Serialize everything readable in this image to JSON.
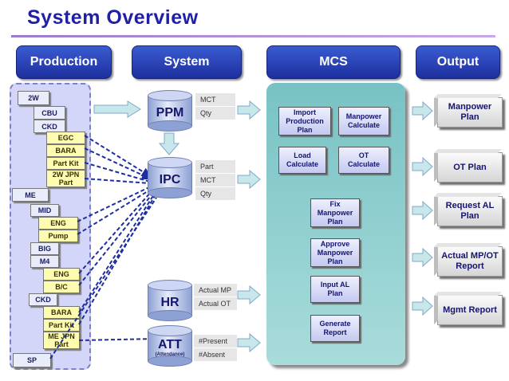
{
  "title": "System Overview",
  "headers": {
    "production": "Production",
    "system": "System",
    "mcs": "MCS",
    "output": "Output"
  },
  "production": {
    "w2": "2W",
    "cbu": "CBU",
    "ckd": "CKD",
    "egc": "EGC",
    "bara": "BARA",
    "part_kit": "Part Kit",
    "jpn2w_1": "2W JPN",
    "jpn2w_2": "Part",
    "me": "ME",
    "mid": "MID",
    "eng1": "ENG",
    "pump": "Pump",
    "big": "BIG",
    "m4": "M4",
    "eng2": "ENG",
    "bc": "B/C",
    "ckd2": "CKD",
    "bara2": "BARA",
    "part_kit2": "Part Kit",
    "mejpn_1": "ME JPN",
    "mejpn_2": "Part",
    "sp": "SP"
  },
  "system": {
    "ppm": "PPM",
    "ipc": "IPC",
    "hr": "HR",
    "att": "ATT",
    "att_sub": "(Attendance)",
    "ppm_tags": [
      "MCT",
      "Qty"
    ],
    "ipc_tags": [
      "Part",
      "MCT",
      "Qty"
    ],
    "hr_tags": [
      "Actual MP",
      "Actual OT"
    ],
    "att_tags": [
      "#Present",
      "#Absent"
    ]
  },
  "mcs": {
    "import_plan": [
      "Import",
      "Production",
      "Plan"
    ],
    "manpower_calc": [
      "Manpower",
      "Calculate"
    ],
    "load_calc": [
      "Load",
      "Calculate"
    ],
    "ot_calc": [
      "OT",
      "Calculate"
    ],
    "fix_manpower": [
      "Fix",
      "Manpower",
      "Plan"
    ],
    "approve_manpower": [
      "Approve",
      "Manpower",
      "Plan"
    ],
    "input_al": [
      "Input AL",
      "Plan"
    ],
    "generate_report": [
      "Generate",
      "Report"
    ]
  },
  "output": {
    "manpower_plan": [
      "Manpower",
      "Plan"
    ],
    "ot_plan": [
      "OT Plan"
    ],
    "request_al": [
      "Request AL",
      "Plan"
    ],
    "actual_mp_ot": [
      "Actual MP/OT",
      "Report"
    ],
    "mgmt_report": [
      "Mgmt Report"
    ]
  },
  "colors": {
    "header": "#1d2f9e",
    "title": "#1f1fa8",
    "mcs_panel": "#8fd0cf",
    "prod_panel": "#d3d6f8",
    "arrow": "#c8e7ea"
  }
}
